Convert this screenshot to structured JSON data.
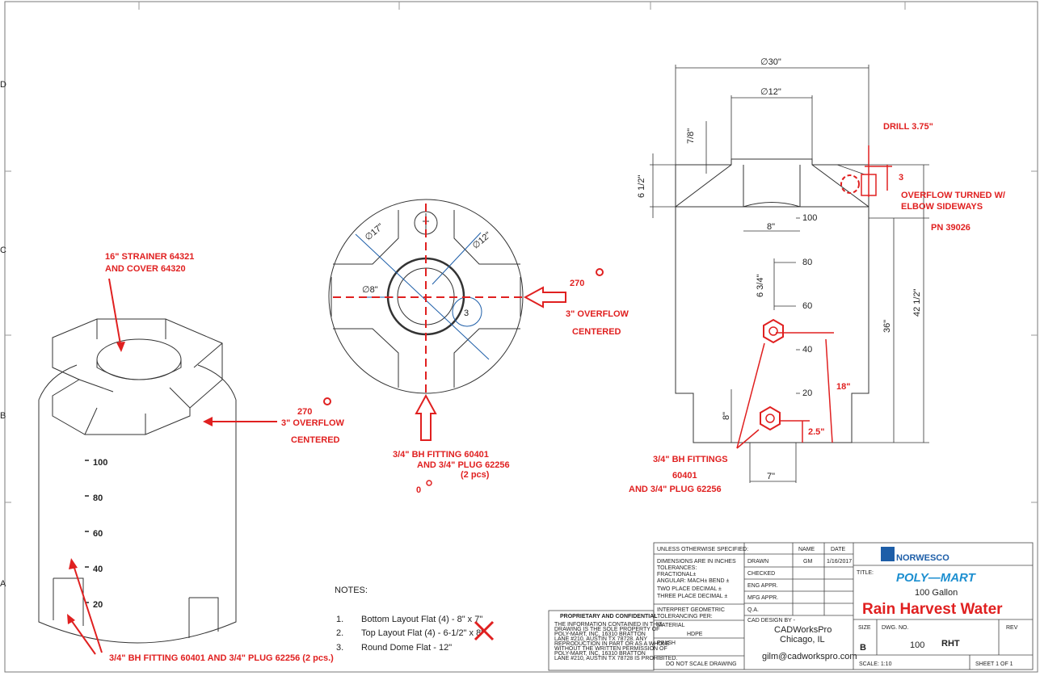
{
  "border_letters": [
    "D",
    "C",
    "B",
    "A"
  ],
  "iso": {
    "strainer_line1": "16\" STRAINER   64321",
    "strainer_line2": "AND COVER      64320",
    "angle": "270",
    "overflow_line1": "3\" OVERFLOW",
    "overflow_line2": "CENTERED",
    "scale_marks": [
      "100",
      "80",
      "60",
      "40",
      "20"
    ],
    "fitting_label": "3/4\" BH FITTING      60401      AND 3/4\" PLUG 62256 (2 pcs.)"
  },
  "top": {
    "dia17": "∅17\"",
    "dia12": "∅12\"",
    "dia8": "∅8\"",
    "circle3": "3",
    "angle": "270",
    "overflow_line1": "3\" OVERFLOW",
    "overflow_line2": "CENTERED",
    "fitting_line1": "3/4\" BH FITTING  60401",
    "fitting_line2": "AND 3/4\" PLUG 62256",
    "fitting_line3": "(2 pcs)",
    "zero": "0"
  },
  "side": {
    "dia30": "∅30\"",
    "dia12": "∅12\"",
    "dim_7_8": "7/8\"",
    "dim_6_1_2": "6 1/2\"",
    "dim_8": "8\"",
    "dim_6_3_4": "6 3/4\"",
    "dim_36": "36\"",
    "dim_42_1_2": "42 1/2\"",
    "dim_8b": "8\"",
    "dim_7": "7\"",
    "ticks": [
      "100",
      "80",
      "60",
      "40",
      "20"
    ],
    "drill": "DRILL 3.75\"",
    "three": "3",
    "overflow_line1": "OVERFLOW TURNED W/",
    "overflow_line2": "ELBOW SIDEWAYS",
    "pn": "PN 39026",
    "dim_18": "18\"",
    "dim_2_5": "2.5\"",
    "fittings_line1": "3/4\" BH FITTINGS",
    "fittings_line2": "60401",
    "fittings_line3": "AND 3/4\" PLUG 62256"
  },
  "notes": {
    "title": "NOTES:",
    "items": [
      {
        "num": "1.",
        "text": "Bottom Layout Flat (4) - 8\" x 7\""
      },
      {
        "num": "2.",
        "text": "Top Layout Flat (4) - 6-1/2\" x 8\""
      },
      {
        "num": "3.",
        "text": "Round Dome Flat - 12\""
      }
    ]
  },
  "proprietary": {
    "title": "PROPRIETARY AND CONFIDENTIAL",
    "lines": [
      "THE INFORMATION CONTAINED IN THIS",
      "DRAWING IS THE SOLE PROPERTY OF",
      "POLY-MART, INC, 16310 BRATTON",
      "LANE #210, AUSTIN TX 78728. ANY",
      "REPRODUCTION IN PART OR AS A WHOLE",
      "WITHOUT THE WRITTEN PERMISSION OF",
      "POLY-MART, INC, 16310 BRATTON",
      "LANE #210, AUSTIN TX 78728 IS PROHIBITED."
    ]
  },
  "titleblock": {
    "unless": "UNLESS OTHERWISE SPECIFIED:",
    "name_hdr": "NAME",
    "date_hdr": "DATE",
    "dims_lines": [
      "DIMENSIONS ARE IN INCHES",
      "TOLERANCES:",
      "FRACTIONAL±",
      "ANGULAR: MACH±    BEND ±",
      "TWO PLACE DECIMAL    ±",
      "THREE PLACE DECIMAL  ±"
    ],
    "interp_lines": [
      "INTERPRET GEOMETRIC",
      "TOLERANCING PER:"
    ],
    "material_label": "MATERIAL",
    "material": "HDPE",
    "finish_label": "FINISH",
    "do_not_scale": "DO NOT SCALE DRAWING",
    "drawn": "DRAWN",
    "drawn_name": "GM",
    "drawn_date": "1/16/2017",
    "checked": "CHECKED",
    "eng_appr": "ENG APPR.",
    "mfg_appr": "MFG APPR.",
    "qa": "Q.A.",
    "cad_design_by": "CAD DESIGN BY -",
    "cad_company": "CADWorksPro",
    "cad_city": "Chicago, IL",
    "cad_email": "gilm@cadworkspro.com",
    "norwesco": "NORWESCO",
    "title_label": "TITLE:",
    "polymart": "POLY—MART",
    "gallons": "100 Gallon",
    "product": "Rain Harvest Water",
    "size_label": "SIZE",
    "size": "B",
    "dwg_label": "DWG.  NO.",
    "dwg_no_a": "100",
    "dwg_no_b": "RHT",
    "rev_label": "REV",
    "scale": "SCALE: 1:10",
    "sheet": "SHEET 1 OF 1"
  },
  "colors": {
    "annotation": "#e02020",
    "line": "#222222",
    "blue": "#1d5ea8"
  }
}
